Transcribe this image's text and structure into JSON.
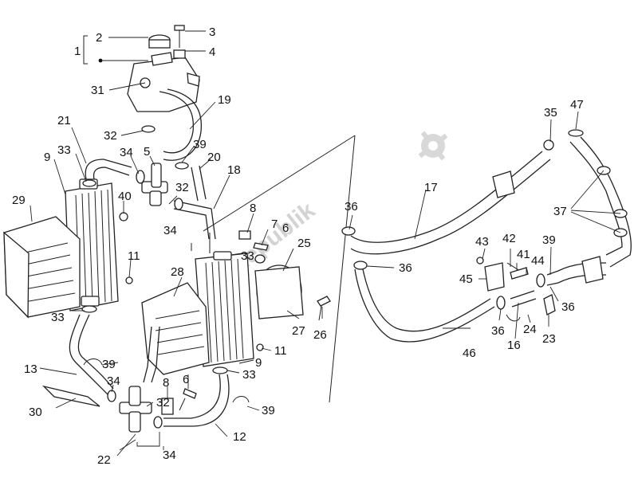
{
  "watermark": {
    "text": "PartsRepublik",
    "icon": "gear-icon"
  },
  "callouts": {
    "c1": "1",
    "c2": "2",
    "c3": "3",
    "c4": "4",
    "c5": "5",
    "c6": "6",
    "c6b": "6",
    "c7": "7",
    "c8": "8",
    "c8b": "8",
    "c9": "9",
    "c9b": "9",
    "c11": "11",
    "c11b": "11",
    "c12": "12",
    "c13": "13",
    "c16": "16",
    "c17": "17",
    "c18": "18",
    "c19": "19",
    "c20": "20",
    "c21": "21",
    "c22": "22",
    "c23": "23",
    "c24": "24",
    "c25": "25",
    "c26": "26",
    "c27": "27",
    "c28": "28",
    "c29": "29",
    "c30": "30",
    "c31": "31",
    "c32": "32",
    "c32b": "32",
    "c32c": "32",
    "c33": "33",
    "c33b": "33",
    "c33c": "33",
    "c33d": "33",
    "c34": "34",
    "c34b": "34",
    "c34c": "34",
    "c34d": "34",
    "c35": "35",
    "c36": "36",
    "c36b": "36",
    "c36c": "36",
    "c36d": "36",
    "c37": "37",
    "c39": "39",
    "c39b": "39",
    "c39c": "39",
    "c39d": "39",
    "c40": "40",
    "c41": "41",
    "c42": "42",
    "c43": "43",
    "c44": "44",
    "c45": "45",
    "c46": "46",
    "c47": "47"
  }
}
